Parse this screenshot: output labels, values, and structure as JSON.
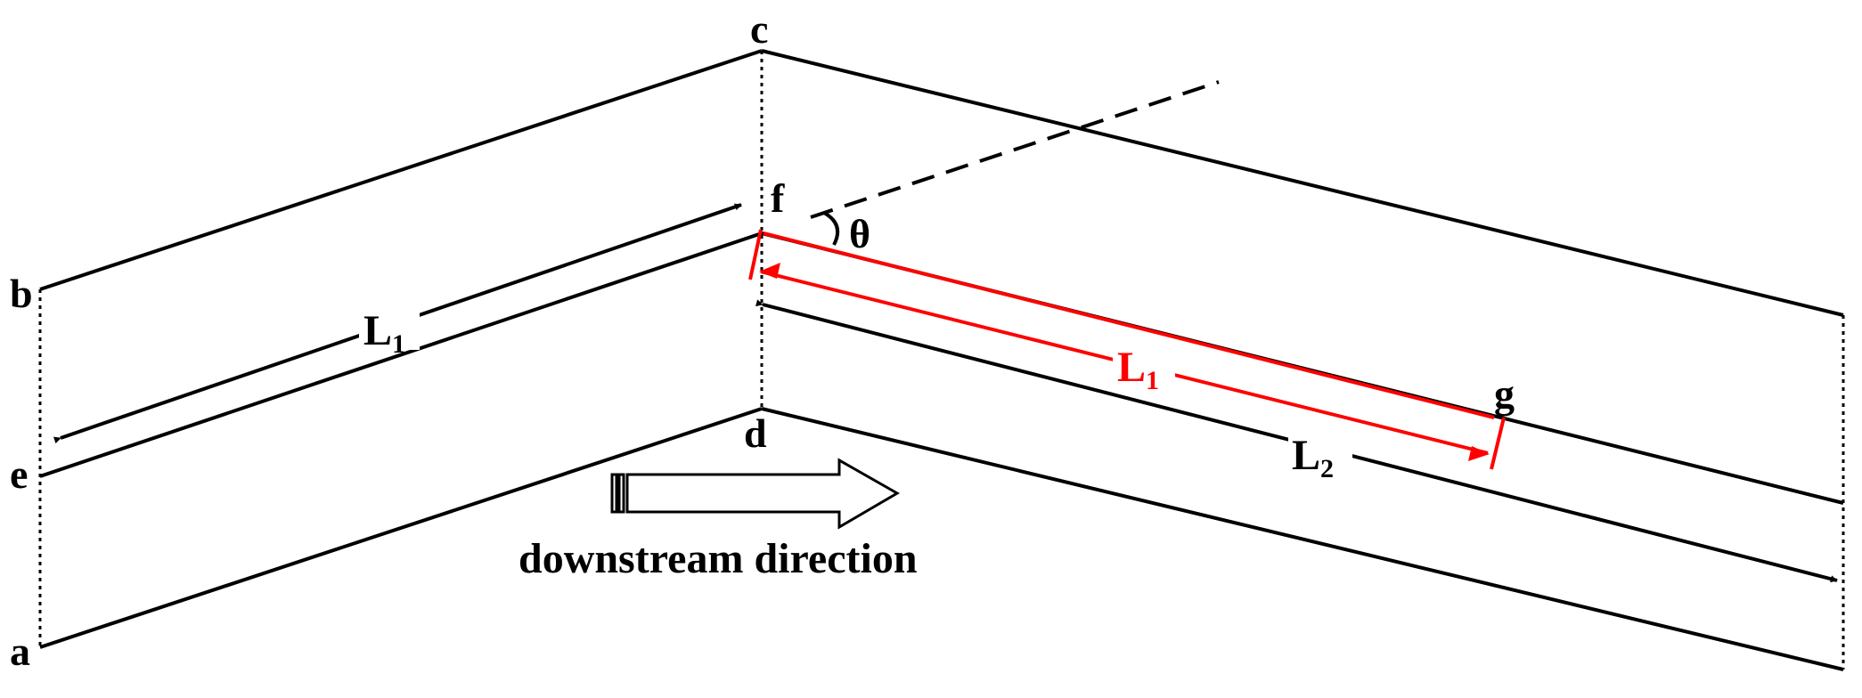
{
  "points": {
    "a": "a",
    "b": "b",
    "c": "c",
    "d": "d",
    "e": "e",
    "f": "f",
    "g": "g"
  },
  "angle_label": "θ",
  "lengths": {
    "L1_left": {
      "main": "L",
      "sub": "1"
    },
    "L1_red": {
      "main": "L",
      "sub": "1"
    },
    "L2": {
      "main": "L",
      "sub": "2"
    }
  },
  "flow_label": "downstream direction",
  "colors": {
    "black": "#000000",
    "red": "#ff0000"
  }
}
